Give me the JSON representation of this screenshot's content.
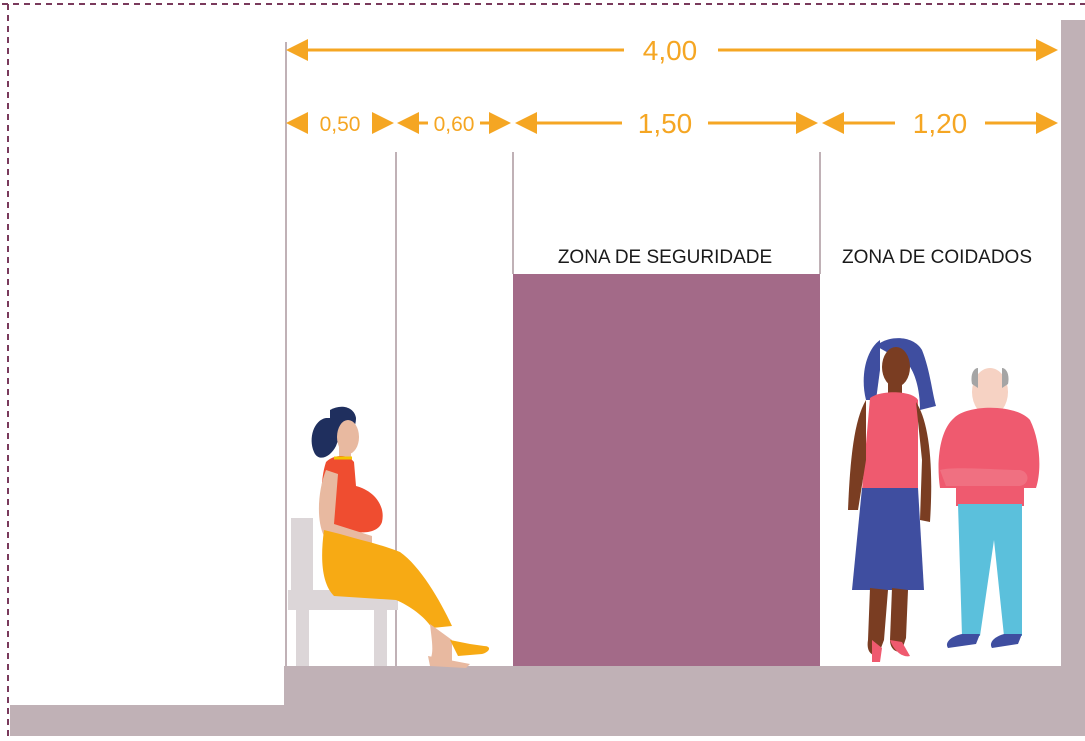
{
  "colors": {
    "ground": "#c0b1b6",
    "border_dash": "#7a3a5c",
    "dimension": "#f5a623",
    "security_zone": "#a36a88",
    "divider": "#c0b1b6"
  },
  "dimensions": {
    "total": "4,00",
    "segment_1": "0,50",
    "segment_2": "0,60",
    "segment_3": "1,50",
    "segment_4": "1,20"
  },
  "zones": {
    "security": "ZONA DE SEGURIDADE",
    "care": "ZONA DE COIDADOS"
  },
  "figures": {
    "seated": "pregnant-woman-on-chair",
    "standing_woman": "standing-woman",
    "elderly_man": "elderly-man"
  }
}
